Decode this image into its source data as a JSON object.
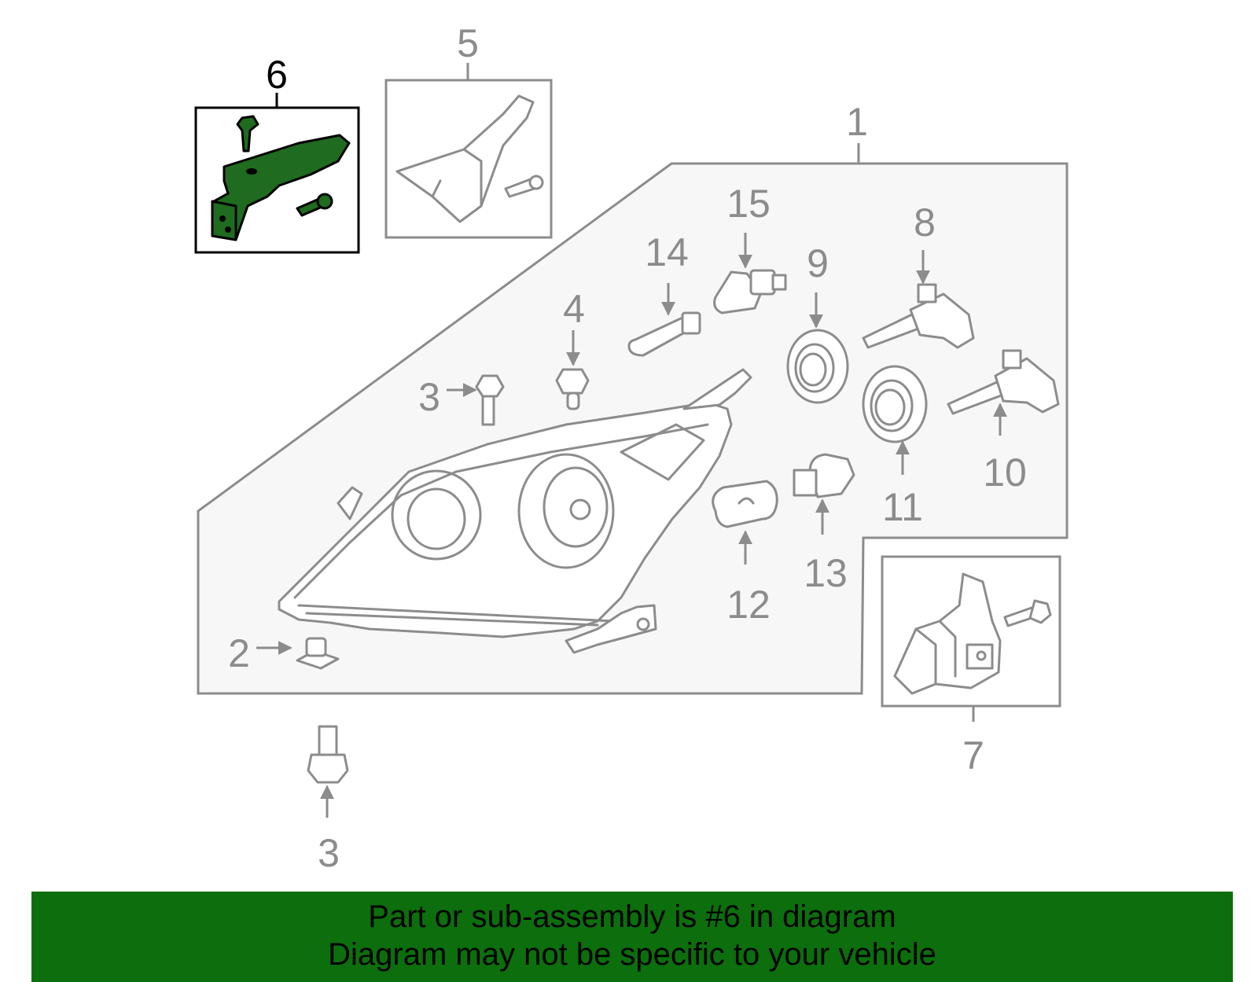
{
  "callouts": {
    "c1": "1",
    "c2": "2",
    "c3a": "3",
    "c3b": "3",
    "c4": "4",
    "c5": "5",
    "c6": "6",
    "c7": "7",
    "c8": "8",
    "c9": "9",
    "c10": "10",
    "c11": "11",
    "c12": "12",
    "c13": "13",
    "c14": "14",
    "c15": "15"
  },
  "highlight_part": "6",
  "colors": {
    "highlight": "#1f6b1f",
    "banner": "#0c6e0c",
    "line": "#8c8c8c",
    "panel": "#f7f7f7"
  },
  "banner": {
    "line1": "Part or sub-assembly is #6 in diagram",
    "line2": "Diagram may not be specific to your vehicle"
  }
}
